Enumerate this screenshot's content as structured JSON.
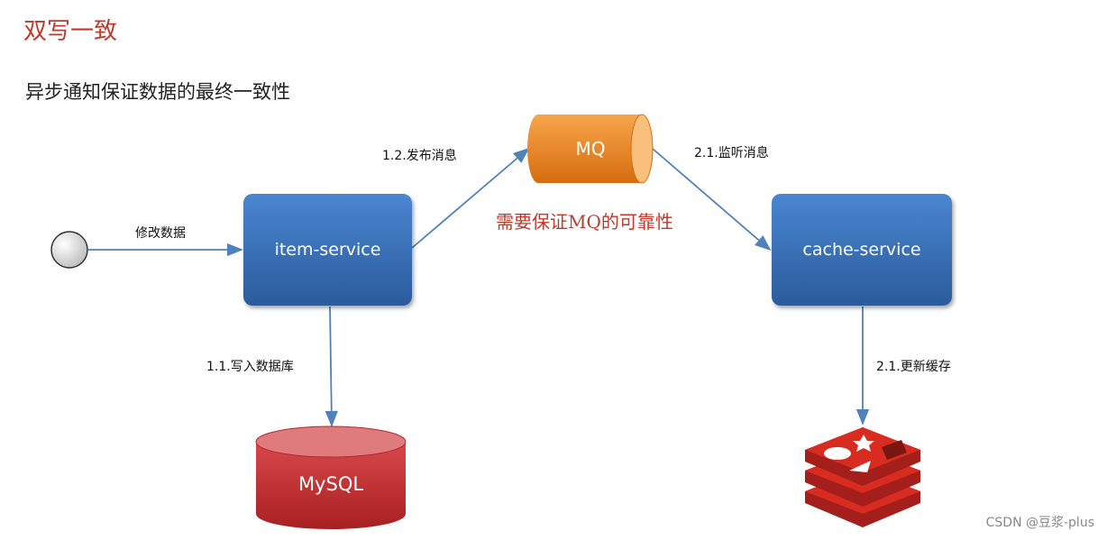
{
  "title": "双写一致",
  "subtitle": "异步通知保证数据的最终一致性",
  "nodes": {
    "item_service": "item-service",
    "cache_service": "cache-service",
    "mq": "MQ",
    "mysql": "MySQL"
  },
  "edges": {
    "modify": "修改数据",
    "publish": "1.2.发布消息",
    "listen": "2.1.监听消息",
    "write_db": "1.1.写入数据库",
    "update_cache": "2.1.更新缓存"
  },
  "warning": "需要保证MQ的可靠性",
  "watermark": "CSDN @豆浆-plus",
  "colors": {
    "title_red": "#c0392b",
    "service_blue": "#3a73bd",
    "mq_orange": "#f08a24",
    "mysql_red": "#c9302c",
    "redis_red": "#d82c20",
    "arrow": "#4f81bd"
  },
  "icons": {
    "cache_store": "redis-logo-icon"
  }
}
